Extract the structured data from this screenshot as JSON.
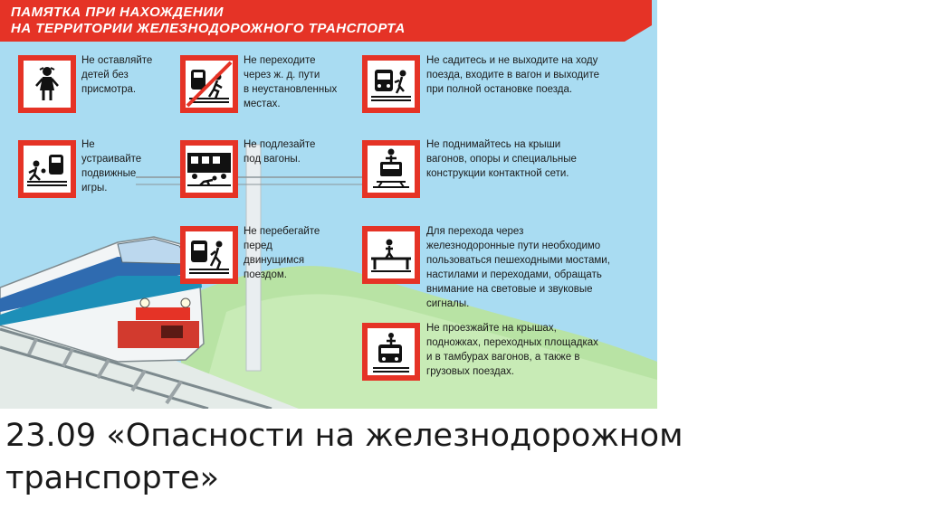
{
  "poster": {
    "header_line1": "ПАМЯТКА ПРИ НАХОЖДЕНИИ",
    "header_line2": "НА ТЕРРИТОРИИ ЖЕЛЕЗНОДОРОЖНОГО ТРАНСПОРТА",
    "accent_color": "#e53326",
    "sky_color": "#a9dcf2",
    "hill_color": "#b8e3a4",
    "rules": [
      {
        "icon": "child-icon",
        "text": "Не оставляйте\nдетей без\nприсмотра."
      },
      {
        "icon": "crossing-tracks-prohibited-icon",
        "text": "Не переходите\nчерез ж. д. пути\nв неустановленных\nместах."
      },
      {
        "icon": "moving-train-boarding-icon",
        "text": "Не садитесь и не выходите на ходу\nпоезда, входите в вагон и выходите\nпри полной остановке поезда."
      },
      {
        "icon": "playing-near-tracks-icon",
        "text": "Не\nустраивайте\nподвижные\nигры."
      },
      {
        "icon": "crawling-under-wagons-icon",
        "text": "Не подлезайте\nпод вагоны."
      },
      {
        "icon": "climbing-wagon-roof-icon",
        "text": "Не поднимайтесь на крыши\nвагонов, опоры и специальные\nконструкции контактной сети."
      },
      {
        "icon": "running-before-train-icon",
        "text": "Не перебегайте\nперед\nдвинущимся\nпоездом."
      },
      {
        "icon": "pedestrian-bridge-icon",
        "text": "Для перехода через\nжелезнодоронные пути необходимо\nпользоваться пешеходными мостами,\nнастилами и переходами, обращать\nвнимание на световые и звуковые\nсигналы."
      },
      {
        "icon": "riding-on-roof-icon",
        "text": "Не проезжайте на крышах,\nподножках, переходных площадках\nи в тамбурах вагонов, а также в\nгрузовых поездах."
      }
    ]
  },
  "footer": {
    "line1": "23.09 «Опасности на железнодорожном",
    "line2": "транспорте»"
  }
}
